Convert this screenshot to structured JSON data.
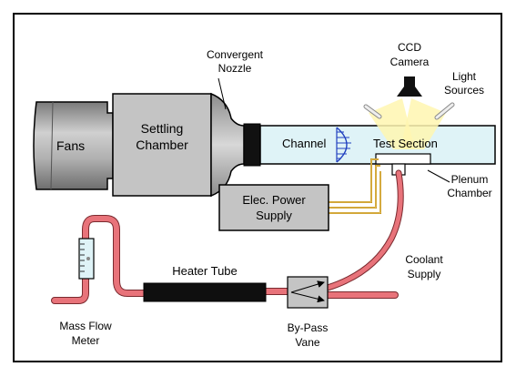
{
  "labels": {
    "fans": "Fans",
    "settling_line1": "Settling",
    "settling_line2": "Chamber",
    "nozzle_line1": "Convergent",
    "nozzle_line2": "Nozzle",
    "channel": "Channel",
    "test_section": "Test Section",
    "ccd_line1": "CCD",
    "ccd_line2": "Camera",
    "light_line1": "Light",
    "light_line2": "Sources",
    "plenum_line1": "Plenum",
    "plenum_line2": "Chamber",
    "power_line1": "Elec. Power",
    "power_line2": "Supply",
    "coolant_line1": "Coolant",
    "coolant_line2": "Supply",
    "heater": "Heater Tube",
    "meter_line1": "Mass Flow",
    "meter_line2": "Meter",
    "bypass_line1": "By-Pass",
    "bypass_line2": "Vane"
  },
  "colors": {
    "block_gray": "#c4c4c4",
    "fan_gray": "#9a9a9a",
    "channel_blue": "#dff3f7",
    "tube_red": "#e8737a",
    "wire_gold": "#b8860b",
    "light_beam": "#fff6b0"
  }
}
